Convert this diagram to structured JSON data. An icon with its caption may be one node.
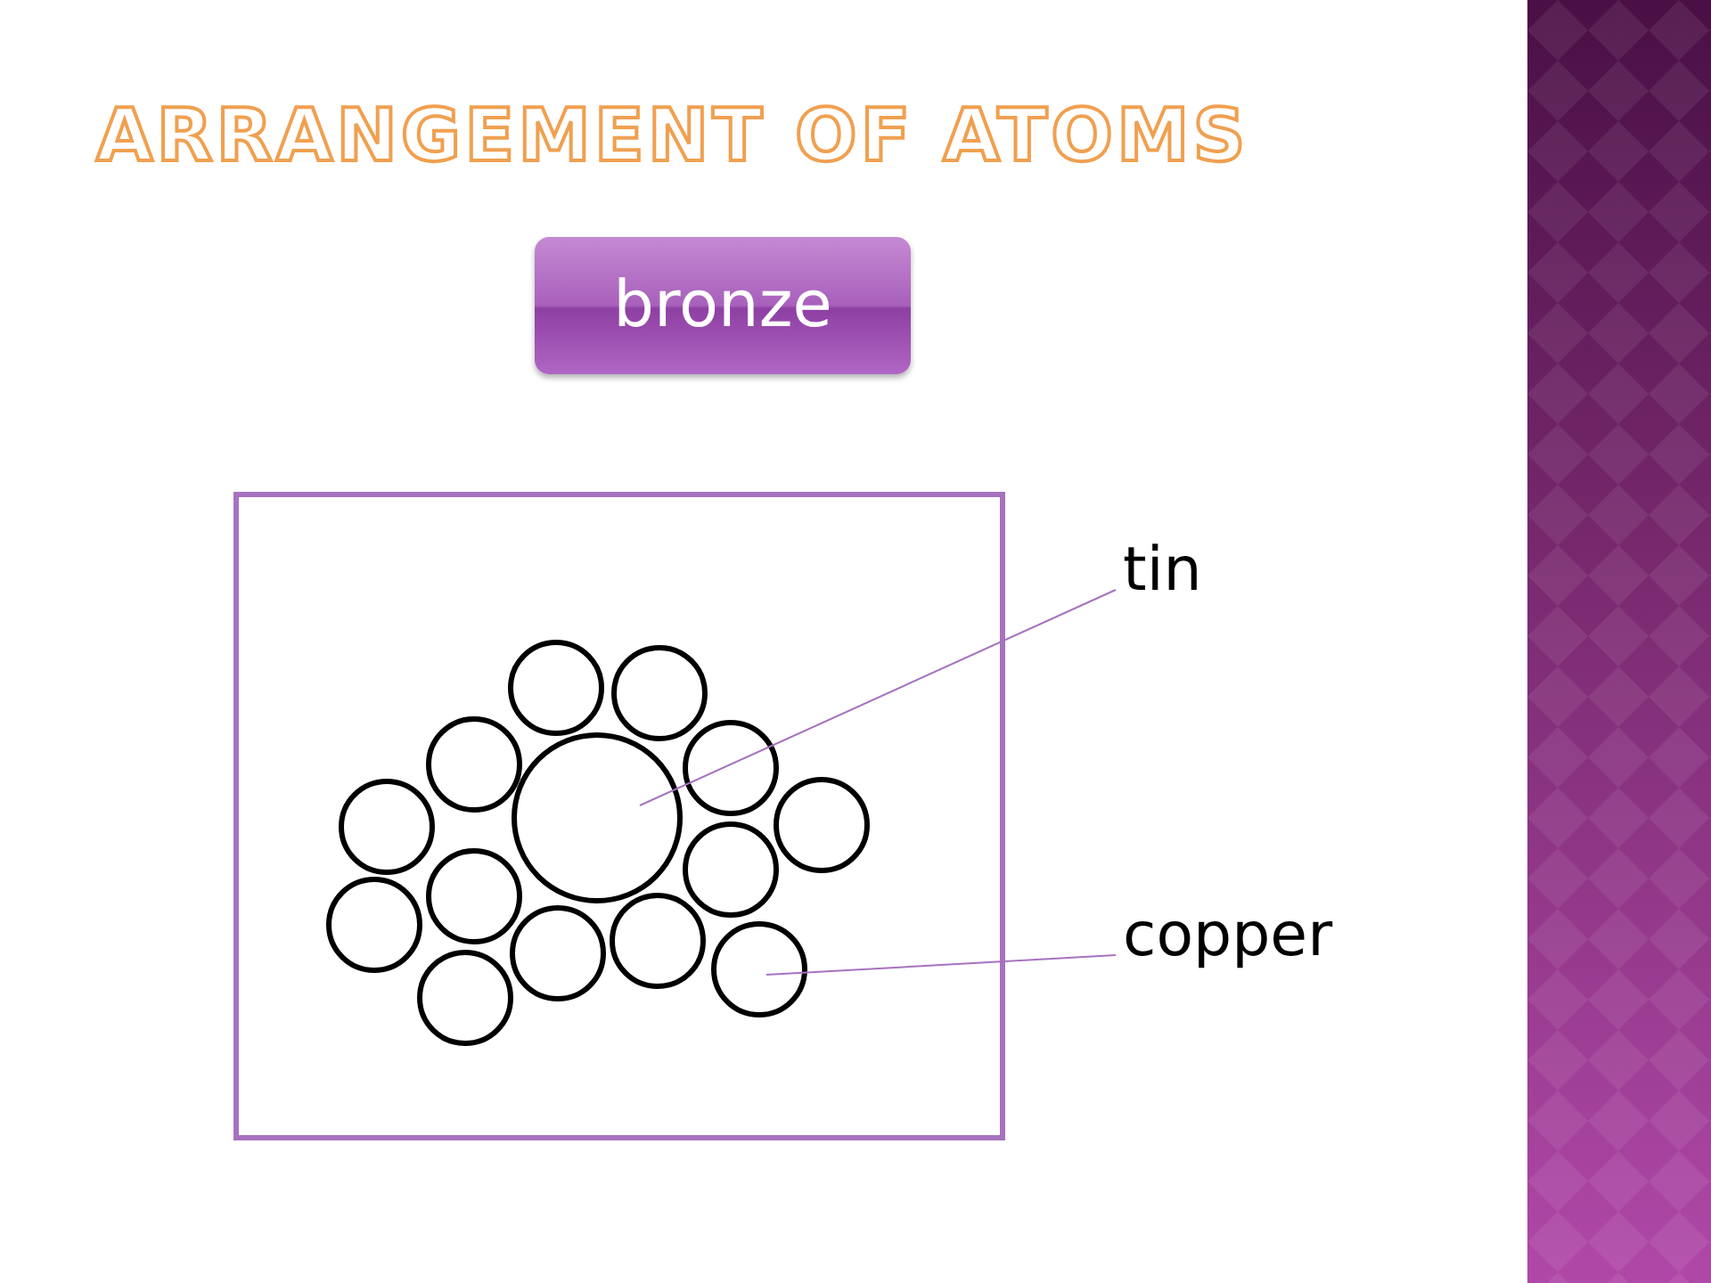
{
  "diagram": {
    "title": "ARRANGEMENT OF ATOMS",
    "nodes": [
      {
        "text": [
          "bronze"
        ]
      },
      {
        "text": [],
        "shape": "box"
      },
      {
        "text": [
          "tin"
        ]
      },
      {
        "text": [
          "copper"
        ]
      },
      {
        "text": [],
        "shape": "circle",
        "in": 1
      },
      {
        "text": [],
        "shape": "circle",
        "in": 1
      },
      {
        "text": [],
        "shape": "circle",
        "in": 1
      },
      {
        "text": [],
        "shape": "circle",
        "in": 1
      },
      {
        "text": [],
        "shape": "circle",
        "in": 1
      },
      {
        "text": [],
        "shape": "circle",
        "in": 1
      },
      {
        "text": [],
        "shape": "circle",
        "in": 1
      },
      {
        "text": [],
        "shape": "circle",
        "in": 1
      },
      {
        "text": [],
        "shape": "circle",
        "in": 1
      },
      {
        "text": [],
        "shape": "circle",
        "in": 1
      },
      {
        "text": [],
        "shape": "circle",
        "in": 1
      },
      {
        "text": [],
        "shape": "circle",
        "in": 1
      },
      {
        "text": [],
        "shape": "circle",
        "in": 1
      },
      {
        "text": [],
        "shape": "circle",
        "in": 1
      }
    ],
    "edges": [
      {
        "from": 2,
        "to": 11,
        "arrow": "none"
      },
      {
        "from": 3,
        "to": 16,
        "arrow": "none"
      }
    ]
  }
}
